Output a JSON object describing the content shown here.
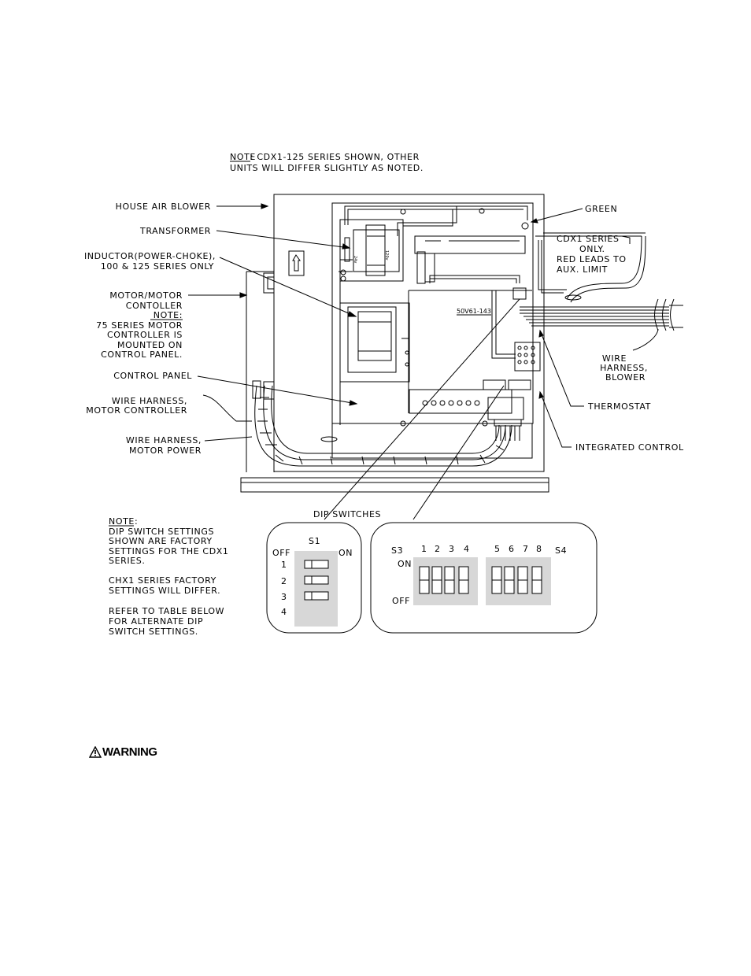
{
  "note_top": {
    "prefix": "NOTE",
    "line1": ": CDX1-125 SERIES SHOWN, OTHER",
    "line2": "UNITS WILL DIFFER SLIGHTLY AS NOTED."
  },
  "callouts_left": [
    "HOUSE AIR BLOWER",
    "TRANSFORMER",
    "INDUCTOR(POWER-CHOKE),",
    "100 & 125 SERIES ONLY",
    "MOTOR/MOTOR",
    "CONTOLLER",
    "NOTE:",
    "75 SERIES MOTOR",
    "CONTROLLER IS",
    "MOUNTED ON",
    "CONTROL PANEL.",
    "CONTROL PANEL",
    "WIRE HARNESS,",
    "MOTOR CONTROLLER",
    "WIRE HARNESS,",
    "MOTOR POWER"
  ],
  "callouts_right": {
    "green": "GREEN",
    "cdx1_note": [
      "CDX1 SERIES",
      "ONLY.",
      "RED LEADS TO",
      "AUX. LIMIT"
    ],
    "harness_blower": [
      "WIRE",
      "HARNESS,",
      "BLOWER"
    ],
    "thermostat": "THERMOSTAT",
    "integrated_control": "INTEGRATED CONTROL"
  },
  "part_number": "50V61-143",
  "dip_note": [
    "NOTE:",
    "DIP SWITCH SETTINGS",
    "SHOWN ARE FACTORY",
    "SETTINGS FOR THE CDX1",
    "SERIES.",
    "CHX1 SERIES FACTORY",
    "SETTINGS WILL DIFFER.",
    "REFER TO TABLE BELOW",
    "FOR ALTERNATE DIP",
    "SWITCH SETTINGS."
  ],
  "dip_title": "DIP SWITCHES",
  "s1": {
    "name": "S1",
    "off": "OFF",
    "on": "ON",
    "rows": [
      "1",
      "2",
      "3",
      "4"
    ]
  },
  "s3s4": {
    "s3": "S3",
    "s4": "S4",
    "on": "ON",
    "off": "OFF",
    "s3_nums": [
      "1",
      "2",
      "3",
      "4"
    ],
    "s4_nums": [
      "5",
      "6",
      "7",
      "8"
    ]
  },
  "transformer_labels": [
    "24v",
    "120v"
  ],
  "warning": "WARNING"
}
